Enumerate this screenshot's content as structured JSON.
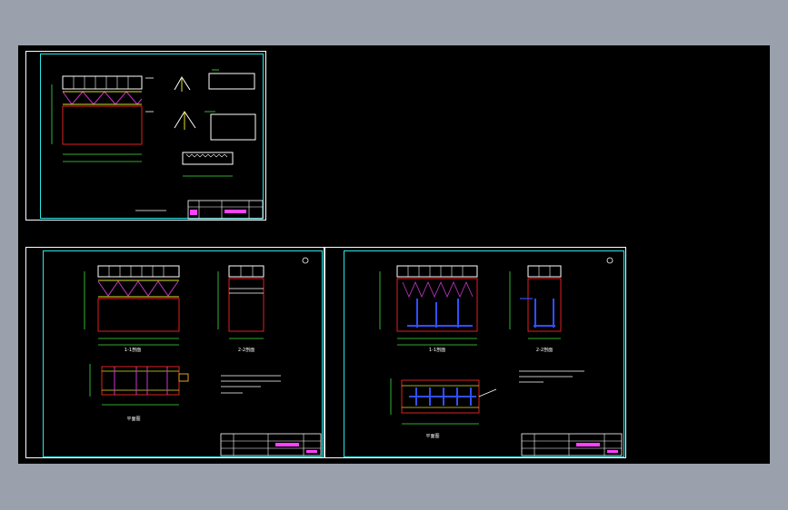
{
  "sheets": [
    {
      "id": "sheet-1",
      "views": [
        {
          "id": "frame-elevation",
          "caption": ""
        },
        {
          "id": "detail-a",
          "caption": ""
        },
        {
          "id": "detail-b",
          "caption": ""
        },
        {
          "id": "detail-c",
          "caption": ""
        }
      ],
      "title_block": {
        "caption": ""
      }
    },
    {
      "id": "sheet-2",
      "views": [
        {
          "id": "elevation-1-1",
          "caption": "1-1剖面"
        },
        {
          "id": "section-2-2",
          "caption": "2-2剖面"
        },
        {
          "id": "plan",
          "caption": "平面图"
        }
      ],
      "notes": [
        "",
        "",
        "",
        ""
      ],
      "title_block": {
        "caption": ""
      }
    },
    {
      "id": "sheet-3",
      "views": [
        {
          "id": "elevation-1-1",
          "caption": "1-1剖面"
        },
        {
          "id": "section-2-2",
          "caption": "2-2剖面"
        },
        {
          "id": "plan",
          "caption": "平面图"
        }
      ],
      "notes": [
        "",
        "",
        ""
      ],
      "title_block": {
        "caption": ""
      }
    }
  ],
  "colors": {
    "background": "#9aa1ad",
    "canvas": "#000000",
    "frame": "#2ee6e6",
    "structure": "#e02020",
    "truss": "#c838c8",
    "dimension": "#40e040",
    "grating": "#ffffff",
    "pipe": "#3050ff",
    "title_block": "#ff40ff"
  }
}
